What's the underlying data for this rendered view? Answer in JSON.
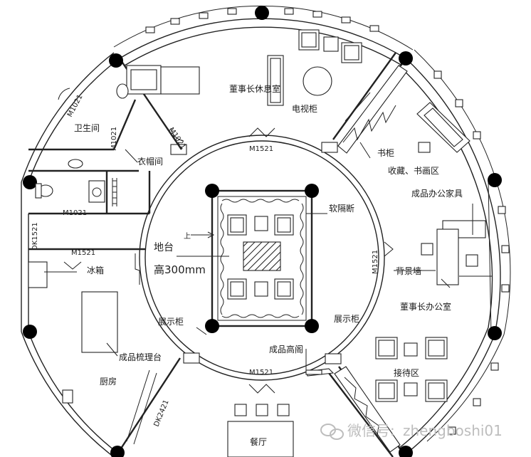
{
  "rooms": {
    "chairman_lounge": "董事长休息室",
    "tv_cabinet": "电视柜",
    "bookcase": "书柜",
    "collection_area": "收藏、书画区",
    "finished_furniture": "成品办公家具",
    "soft_partition": "软隔断",
    "background_wall": "背景墙",
    "chairman_office": "董事长办公室",
    "reception_area": "接待区",
    "display_cabinet_left": "展示柜",
    "display_cabinet_right": "展示柜",
    "finished_partition": "成品高阁",
    "restaurant": "餐厅",
    "kitchen": "厨房",
    "prep_counter": "成品梳理台",
    "fridge": "冰箱",
    "toilet": "卫生间",
    "cloakroom": "衣帽间",
    "platform": "地台",
    "platform_height": "高300mm",
    "up_mark": "上"
  },
  "doors": {
    "m1521_top": "M1521",
    "m1521_right": "M1521",
    "m1521_bottom": "M1521",
    "m1521_kitchen": "M1521",
    "m1021_toilet": "M1021",
    "m1021_closet_a": "M1021",
    "m1021_closet_b": "M1021",
    "m1021_wc": "M1021",
    "dk1521": "DK1521",
    "dk2421": "DK2421"
  },
  "watermark": {
    "prefix": "微信号:",
    "account": "zhengboshi01"
  }
}
